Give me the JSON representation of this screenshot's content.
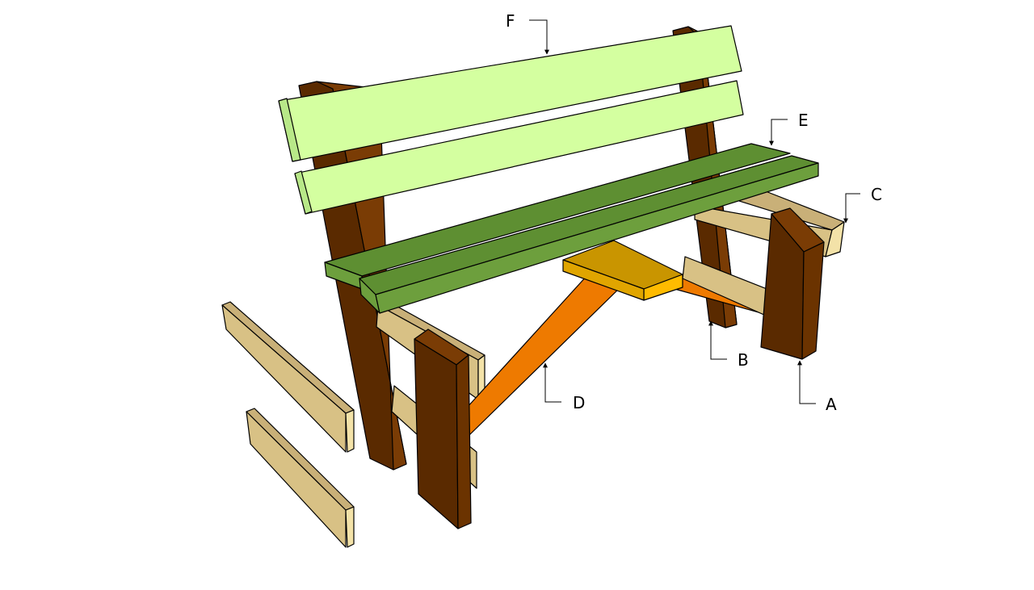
{
  "diagram": {
    "labels": {
      "A": "A",
      "B": "B",
      "C": "C",
      "D": "D",
      "E": "E",
      "F": "F"
    },
    "colors": {
      "backrest": "#d4ffa0",
      "seat": "#5e8f32",
      "legs": "#5a2a00",
      "rails": "#d8c185",
      "stretcher": "#ee7a00",
      "block": "#f5b400"
    }
  }
}
